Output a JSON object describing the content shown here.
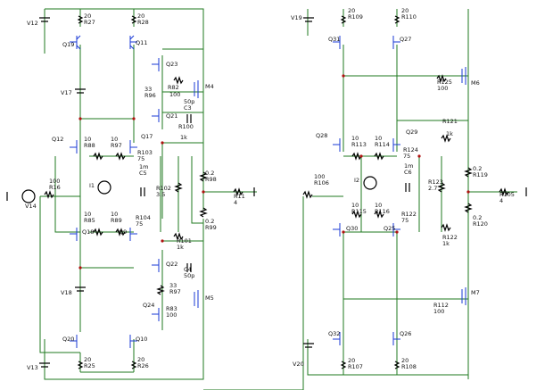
{
  "labels": {
    "V12": "V12",
    "R27": "20\nR27",
    "R28": "20\nR28",
    "Q19": "Q19",
    "Q11": "Q11",
    "Q23": "Q23",
    "R82": "R82",
    "R96": "33\nR96",
    "R100a": "100",
    "M4": "M4",
    "C3": "50p\nC3",
    "Q21": "Q21",
    "R100": "R100",
    "V17": "V17",
    "Q12": "Q12",
    "R88": "10\nR88",
    "R97b": "10\nR97",
    "Q17": "Q17",
    "R103": "R103\n75",
    "C5": "1m\nC5",
    "R98": "0.2\nR98",
    "Rtop1k": "1k",
    "I1": "I1",
    "R102": "R102\n3.5",
    "R11": "R11\n4",
    "R16": "100\nR16",
    "V14": "V14",
    "R85": "10\nR85",
    "R89": "10\nR89",
    "R104": "R104\n75",
    "R101": "R101\n1k",
    "R99": "0.2\nR99",
    "Q18": "Q18",
    "Q9": "Q9",
    "Q22": "Q22",
    "C4": "C4\n50p",
    "R97": "33\nR97",
    "M5": "M5",
    "R83": "R83\n100",
    "Q24": "Q24",
    "V18": "V18",
    "Q20": "Q20",
    "Q10": "Q10",
    "R25": "20\nR25",
    "R26": "20\nR26",
    "V13": "V13",
    "V19": "V19",
    "R109": "20\nR109",
    "R110": "20\nR110",
    "Q31": "Q31",
    "Q27": "Q27",
    "R125": "R125\n100",
    "M6": "M6",
    "R121": "R121",
    "R121v": "1k",
    "Q28": "Q28",
    "R113": "10\nR113",
    "R114": "10\nR114",
    "Q29": "Q29",
    "R124": "R124\n75",
    "C6": "1m\nC6",
    "I2": "I2",
    "R123": "R123\n2.7",
    "R119": "0.2\nR119",
    "R105": "R105\n4",
    "R106": "100\nR106",
    "R115": "10\nR115",
    "R116": "10\nR116",
    "R122a": "R122\n75",
    "Q30": "Q30",
    "Q25": "Q25",
    "R122": "R122\n1k",
    "R120": "0.2\nR120",
    "M7": "M7",
    "R112": "R112\n100",
    "Q32": "Q32",
    "Q26": "Q26",
    "V20": "V20",
    "R107": "20\nR107",
    "R108": "20\nR108"
  },
  "colors": {
    "wire": "#1f7a1f",
    "device": "#1a3ad6",
    "node": "#b01010",
    "source": "#000000"
  }
}
